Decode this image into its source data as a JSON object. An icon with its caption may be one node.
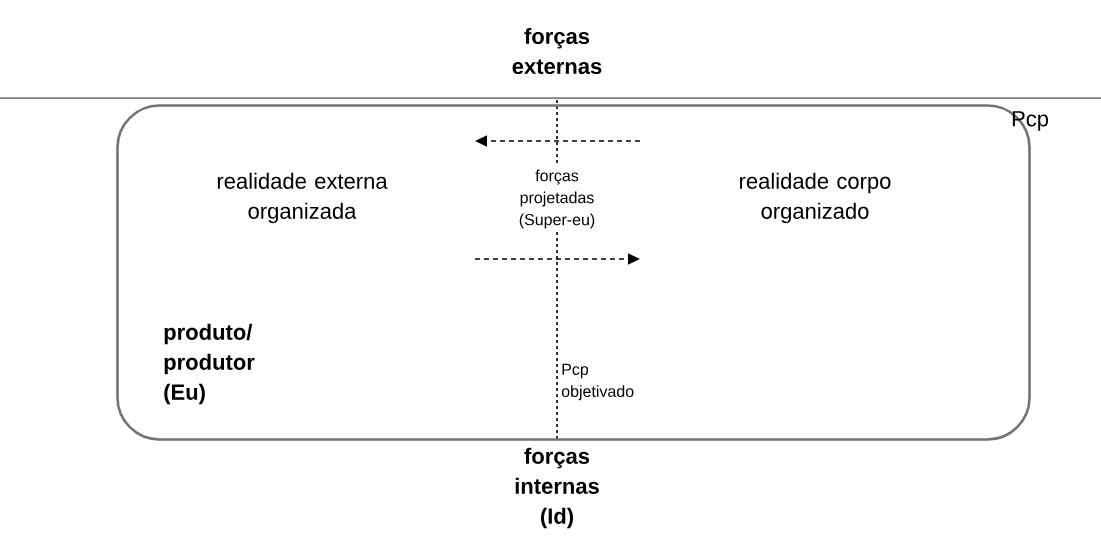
{
  "diagram": {
    "nodes": [
      {
        "text": [
          "realidade externa organizada",
          "forças projetadas (Super-eu)",
          "realidade corpo organizado",
          "produto/ produtor (Eu)",
          "Pcp objetivado"
        ],
        "beside": [
          "Pcp"
        ]
      }
    ],
    "labels": [
      "forças externas",
      "forças internas (Id)"
    ]
  }
}
